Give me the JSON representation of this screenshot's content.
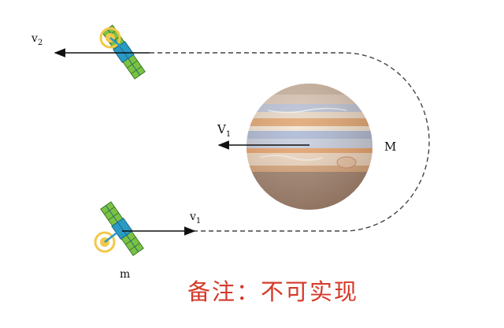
{
  "labels": {
    "v2": "v",
    "v2_sub": "2",
    "V1_center": "V",
    "V1_center_sub": "1",
    "v1_bottom": "v",
    "v1_bottom_sub": "1",
    "planet": "M",
    "satellite": "m"
  },
  "note": "备注：不可实现",
  "colors": {
    "arrow": "#111111",
    "path": "#444444",
    "note": "#d43a2a",
    "satellite_body": "#2a9ac4",
    "satellite_panel": "#7cc242",
    "dish": "#f2c84b"
  }
}
